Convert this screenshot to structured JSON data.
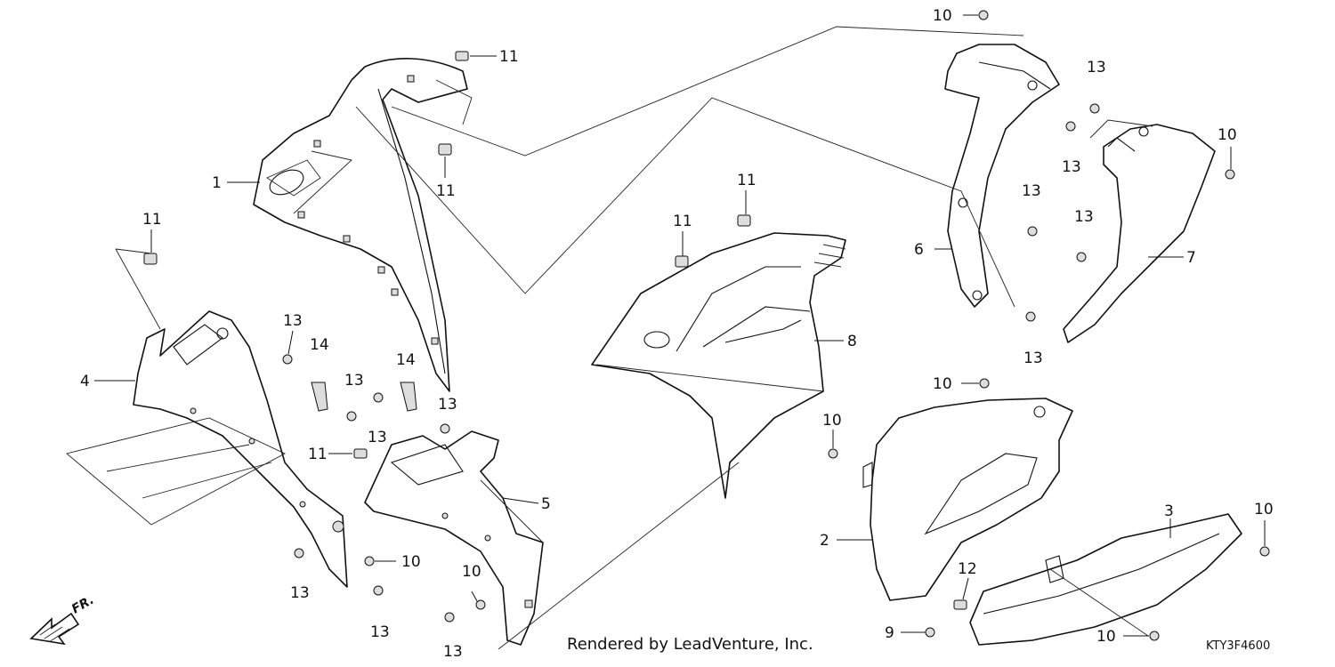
{
  "labels": {
    "l1": "1",
    "l2": "2",
    "l3": "3",
    "l4": "4",
    "l5": "5",
    "l6": "6",
    "l7": "7",
    "l8": "8",
    "l9": "9",
    "l10a": "10",
    "l10b": "10",
    "l10c": "10",
    "l10d": "10",
    "l10e": "10",
    "l10f": "10",
    "l10g": "10",
    "l10h": "10",
    "l11a": "11",
    "l11b": "11",
    "l11c": "11",
    "l11d": "11",
    "l11e": "11",
    "l11f": "11",
    "l12": "12",
    "l13a": "13",
    "l13b": "13",
    "l13c": "13",
    "l13d": "13",
    "l13e": "13",
    "l13f": "13",
    "l13g": "13",
    "l13h": "13",
    "l13i": "13",
    "l13j": "13",
    "l13k": "13",
    "l13l": "13",
    "l14a": "14",
    "l14b": "14"
  },
  "footer": {
    "credit": "Rendered by LeadVenture, Inc.",
    "diagram_code": "KTY3F4600",
    "direction": "FR."
  }
}
